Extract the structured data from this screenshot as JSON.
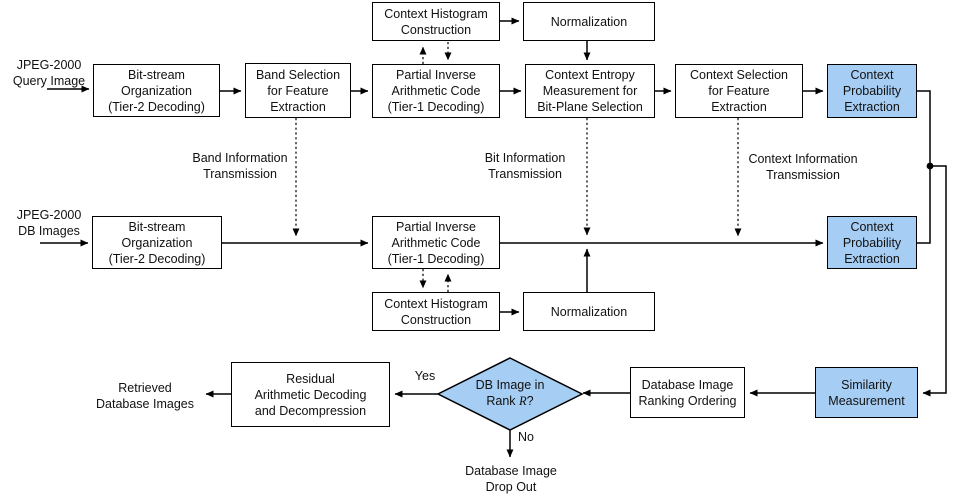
{
  "diagram": {
    "colors": {
      "highlight_fill": "#A6CDF3",
      "node_fill": "#FFFFFF",
      "line_color": "#000000"
    },
    "inputs": {
      "query_image": "JPEG-2000\nQuery Image",
      "db_images": "JPEG-2000\nDB Images"
    },
    "nodes": {
      "context_histogram": "Context Histogram\nConstruction",
      "normalization": "Normalization",
      "bitstream_organization": "Bit-stream\nOrganization\n(Tier-2 Decoding)",
      "band_selection": "Band Selection\nfor Feature\nExtraction",
      "partial_inverse": "Partial Inverse\nArithmetic Code\n(Tier-1 Decoding)",
      "context_entropy": "Context Entropy\nMeasurement for\nBit-Plane Selection",
      "context_selection": "Context Selection\nfor Feature\nExtraction",
      "context_probability": "Context\nProbability\nExtraction",
      "residual_decoding": "Residual\nArithmetic Decoding\nand Decompression",
      "ranking_ordering": "Database Image\nRanking Ordering",
      "similarity_measurement": "Similarity\nMeasurement"
    },
    "transmissions": {
      "band": "Band Information\nTransmission",
      "bit": "Bit Information\nTransmission",
      "context": "Context Information\nTransmission"
    },
    "decision": {
      "line1": "DB Image in",
      "rank_prefix": "Rank ",
      "rank_variable": "R",
      "rank_suffix": "?",
      "yes": "Yes",
      "no": "No"
    },
    "outputs": {
      "retrieved": "Retrieved\nDatabase Images",
      "drop_out": "Database Image\nDrop Out"
    }
  }
}
